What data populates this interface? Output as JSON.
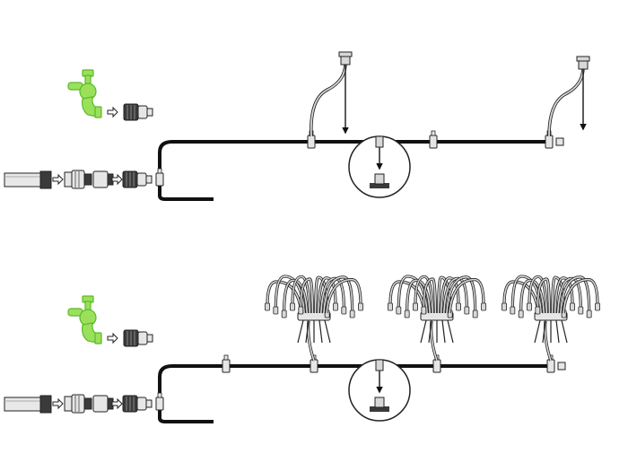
{
  "diagram": {
    "colors": {
      "background": "#ffffff",
      "tube": "#111111",
      "outline": "#222222",
      "faucet_fill": "#9be05a",
      "faucet_stroke": "#5cb82a",
      "fitting_fill": "#e6e6e6",
      "fitting_dark": "#3a3a3a",
      "stake_fill": "#d8d8d8"
    },
    "icons": [
      "garden-hose-icon",
      "faucet-icon",
      "quick-connector-icon",
      "adapter-icon",
      "pressure-regulator-icon",
      "arrow-right-icon",
      "tee-connector-icon",
      "sprinkler-stake-icon",
      "drip-emitter-cluster-icon",
      "magnifier-inset-icon"
    ],
    "panels": [
      {
        "id": "sprinkler-line",
        "stakes": 2,
        "inline_fittings": 2
      },
      {
        "id": "drip-cluster-line",
        "clusters": 3,
        "emitters_per_cluster": 10,
        "inline_fittings": 1
      }
    ]
  }
}
